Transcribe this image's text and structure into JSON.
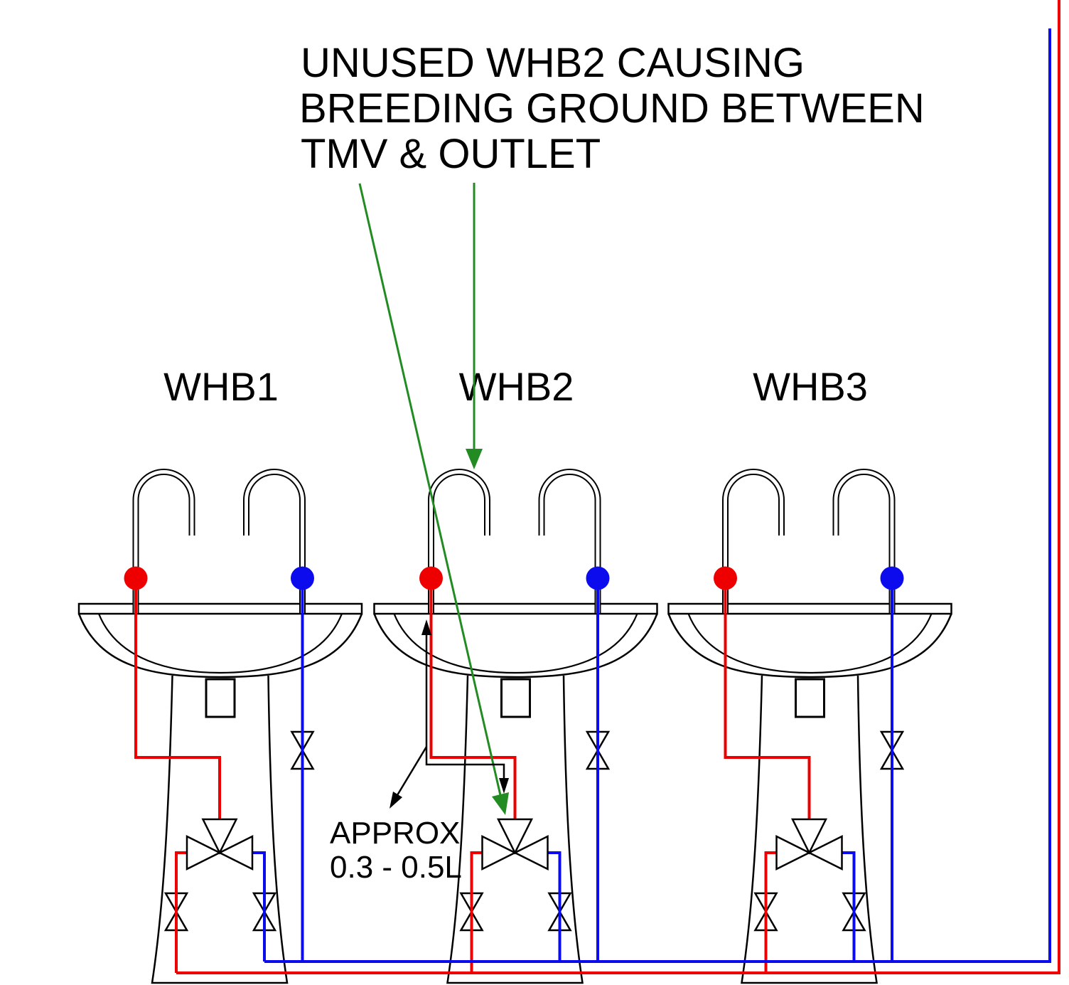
{
  "title": {
    "line1": "UNUSED WHB2 CAUSING",
    "line2": "BREEDING GROUND BETWEEN",
    "line3": "TMV & OUTLET"
  },
  "basins": [
    {
      "label": "WHB1"
    },
    {
      "label": "WHB2"
    },
    {
      "label": "WHB3"
    }
  ],
  "volume_note": {
    "line1": "APPROX",
    "line2": "0.3 - 0.5L"
  },
  "colors": {
    "hot": "#ee0000",
    "cold": "#0b0bee",
    "green": "#228b22",
    "ink": "#000000"
  }
}
